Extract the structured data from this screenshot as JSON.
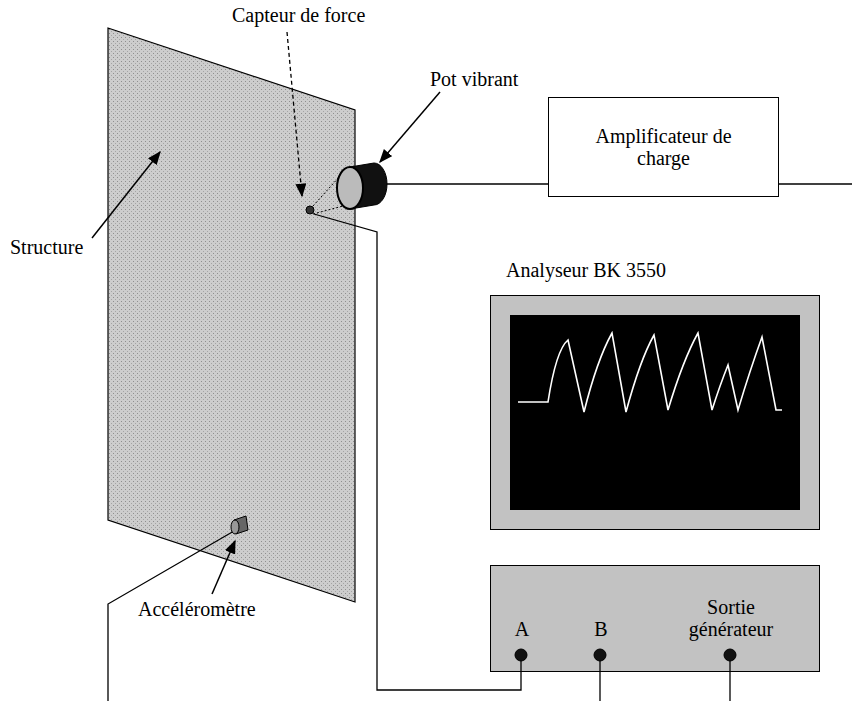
{
  "diagram": {
    "nodes": [
      {
        "text": [
          "Amplificateur de charge"
        ]
      },
      {
        "text": [
          "Analyseur BK 3550"
        ]
      },
      {
        "text": [
          "A",
          "B",
          "Sortie générateur"
        ]
      }
    ],
    "labels": [
      "Structure",
      "Capteur de force",
      "Pot vibrant",
      "Accéléromètre"
    ]
  }
}
